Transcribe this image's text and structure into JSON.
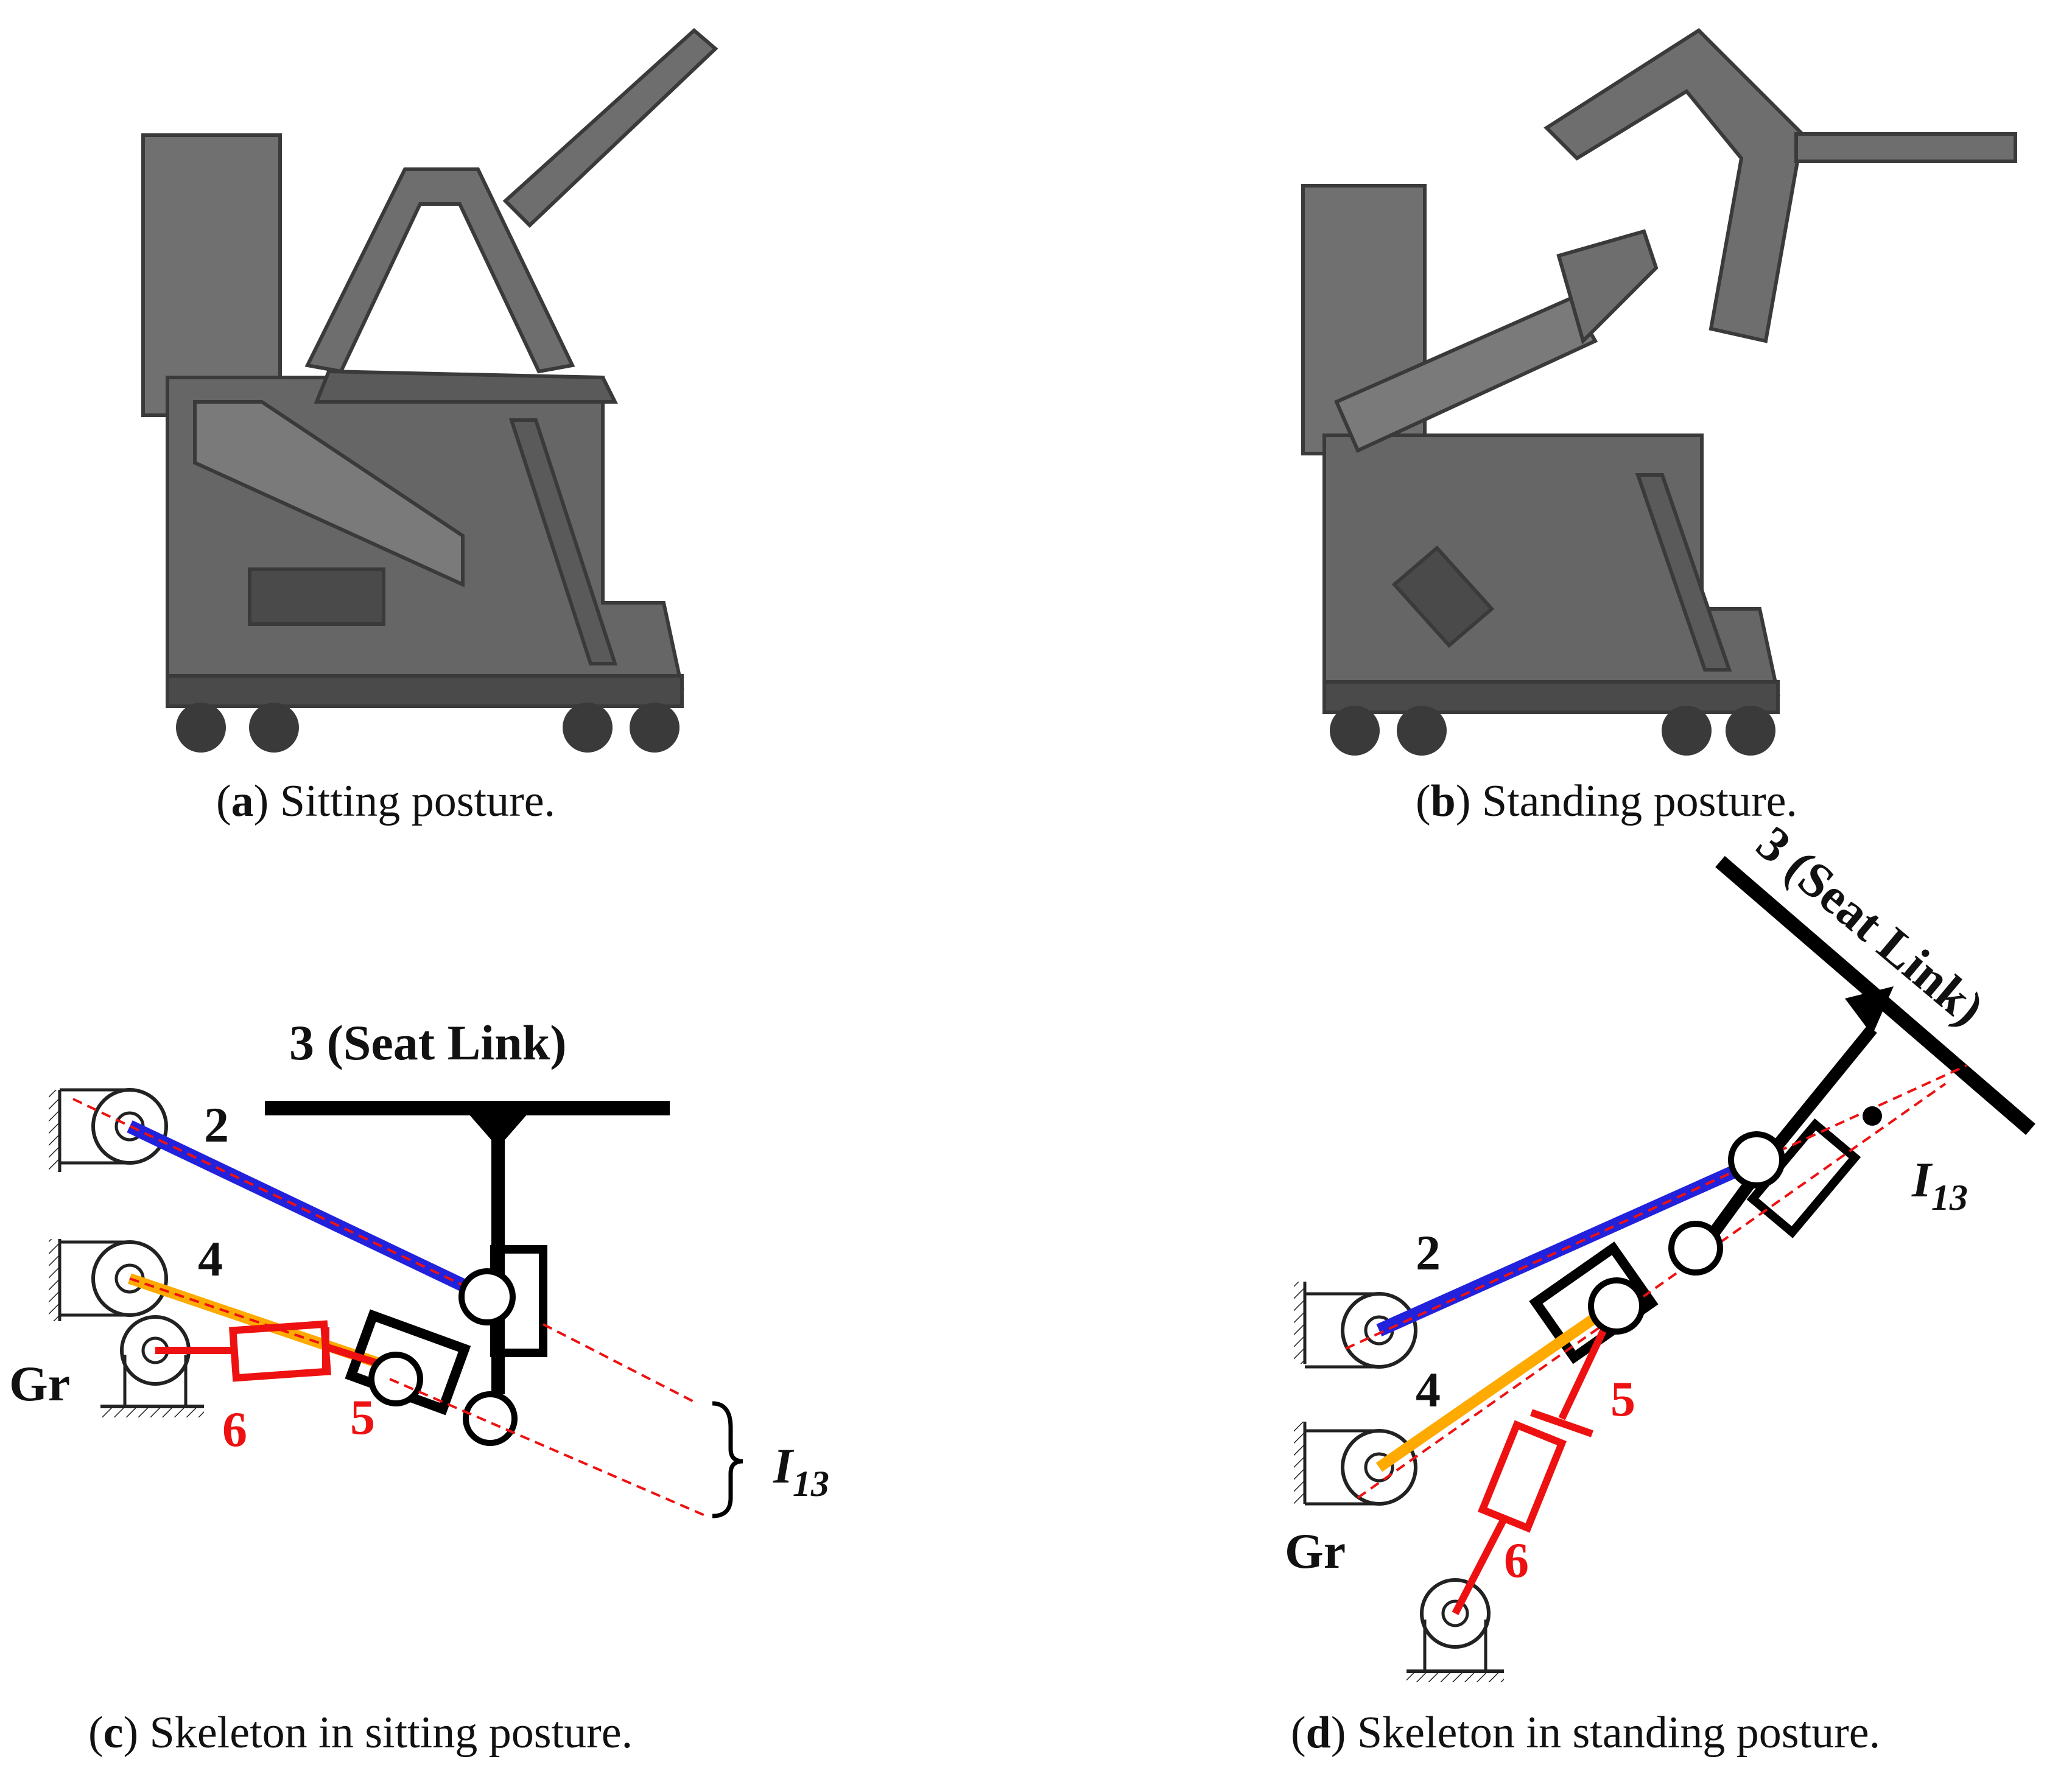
{
  "panels": {
    "a": {
      "tag": "a",
      "caption": " Sitting posture."
    },
    "b": {
      "tag": "b",
      "caption": " Standing posture."
    },
    "c": {
      "tag": "c",
      "caption": " Skeleton in sitting posture."
    },
    "d": {
      "tag": "d",
      "caption": " Skeleton in standing posture."
    }
  },
  "labels": {
    "seat_link": "3 (Seat Link)",
    "link2": "2",
    "link4": "4",
    "link5": "5",
    "link6": "6",
    "ground": "Gr",
    "icr_main": "I",
    "icr_sub": "13"
  },
  "colors": {
    "link2": "#2222dd",
    "link4": "#ffaa00",
    "actuator": "#ee1111",
    "structure": "#000000",
    "guide": "#ee1111",
    "photo_gray": "#6a6a6a"
  }
}
